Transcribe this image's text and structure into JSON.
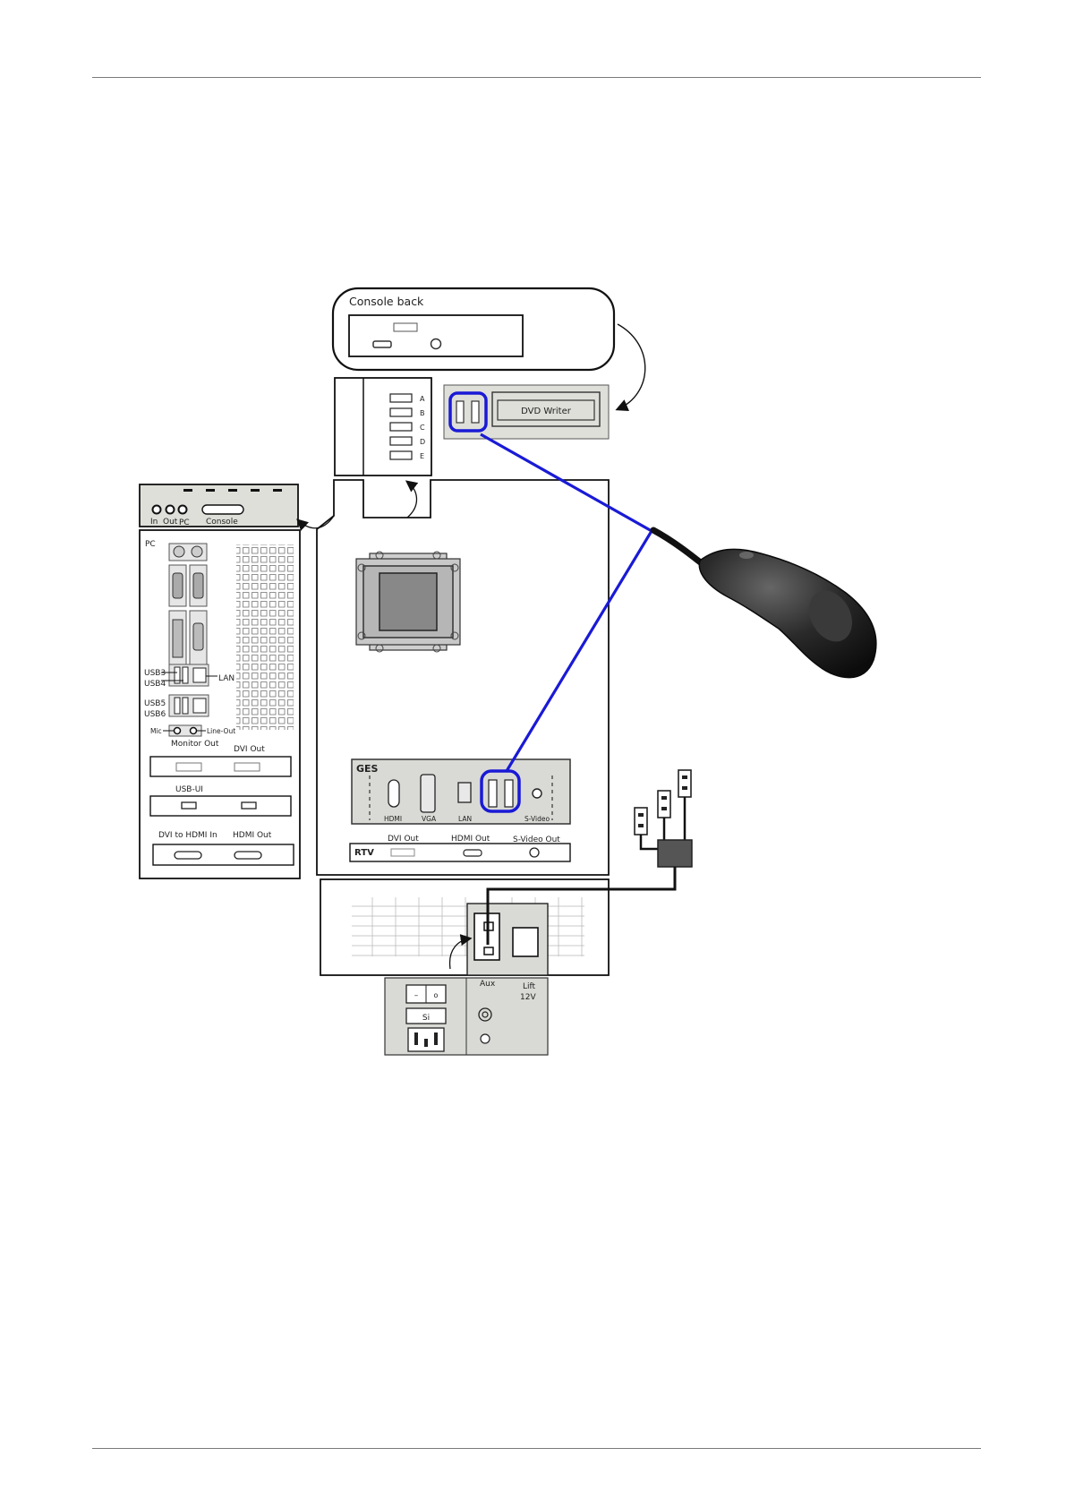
{
  "console_back": {
    "title": "Console back"
  },
  "dvd": {
    "label": "DVD Writer"
  },
  "usb_hub": {
    "letters": [
      "A",
      "B",
      "C",
      "D",
      "E"
    ]
  },
  "pc_top": {
    "in": "In",
    "out": "Out",
    "pc": "PC",
    "console": "Console"
  },
  "pc": {
    "label": "PC",
    "usb3": "USB3",
    "usb4": "USB4",
    "lan": "LAN",
    "usb5": "USB5",
    "usb6": "USB6",
    "mic": "Mic",
    "line_out": "Line-Out",
    "monitor_out": "Monitor Out",
    "dvi_out": "DVI Out",
    "usb_ui": "USB-UI",
    "dvi_to_hdmi_in": "DVI to HDMI In",
    "hdmi_out": "HDMI Out"
  },
  "ges": {
    "title": "GES",
    "hdmi": "HDMI",
    "vga": "VGA",
    "lan": "LAN",
    "svideo": "S-Video"
  },
  "rtv": {
    "title": "RTV",
    "dvi_out": "DVI Out",
    "hdmi_out": "HDMI Out",
    "svideo_out": "S-Video Out"
  },
  "power": {
    "aux": "Aux",
    "lift": "Lift",
    "lift_v": "12V",
    "si": "Si",
    "off": "–",
    "on": "o"
  },
  "colors": {
    "highlight": "#1a1ad6",
    "cable": "#111111",
    "panel": "#d9dad5"
  }
}
